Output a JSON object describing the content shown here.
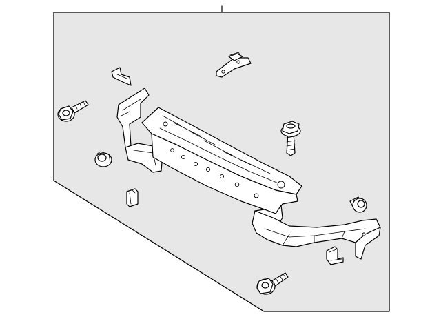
{
  "diagram": {
    "type": "exploded-parts-illustration",
    "background_panel_color": "#e7e7e7",
    "line_color": "#000000",
    "parts": [
      {
        "name": "radiator-support-tie-bar",
        "kind": "main assembly"
      },
      {
        "name": "upper-left-bolt",
        "kind": "flange bolt"
      },
      {
        "name": "upper-center-bolt",
        "kind": "flange bolt"
      },
      {
        "name": "lower-bolt",
        "kind": "flange bolt"
      },
      {
        "name": "right-bolt",
        "kind": "flange bolt"
      },
      {
        "name": "left-clip",
        "kind": "clip"
      },
      {
        "name": "bracket",
        "kind": "bracket"
      },
      {
        "name": "grommet",
        "kind": "grommet"
      },
      {
        "name": "small-clip",
        "kind": "clip"
      },
      {
        "name": "lower-right-clip",
        "kind": "clip"
      }
    ]
  }
}
